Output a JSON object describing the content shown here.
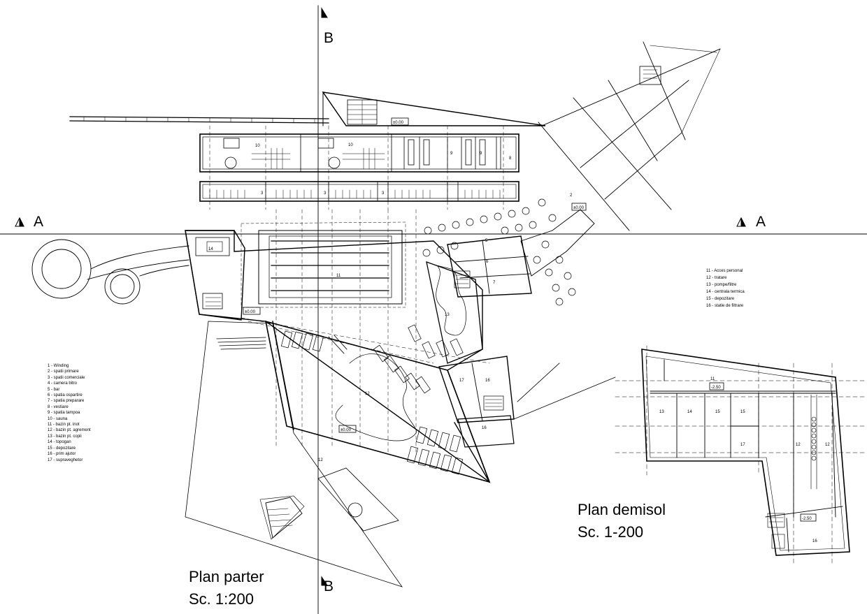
{
  "section_labels": {
    "b_top": "B",
    "b_bottom": "B",
    "a_left": "A",
    "a_right": "A"
  },
  "plan_parter": {
    "title": "Plan parter",
    "scale": "Sc. 1:200",
    "legend": [
      "1 - Winding",
      "2 - spatii primare",
      "3 - spatii comerciale",
      "4 - camera bitro",
      "5 - bar",
      "6 - spatia ospartire",
      "7 - spatia preparare",
      "8 - vestiare",
      "9 - spatia tampoa",
      "10 - sauna",
      "11 - bazin pt. inot",
      "12 - bazin pt. agrement",
      "13 - bazin pt. copii",
      "14 - topogan",
      "15 - depozitare",
      "16 - prim ajutor",
      "17 - supraveghetor"
    ],
    "room_numbers": [
      "10",
      "10",
      "9",
      "9",
      "8",
      "3",
      "3",
      "3",
      "2",
      "5",
      "6",
      "7",
      "11",
      "13",
      "12",
      "12",
      "14",
      "17",
      "16",
      "16"
    ],
    "levels": [
      "±0.00",
      "±0.00",
      "±0.00",
      "±0.00"
    ]
  },
  "plan_demisol": {
    "title": "Plan demisol",
    "scale": "Sc. 1-200",
    "legend": [
      "11 - Acces personal",
      "12 - tratare",
      "13 - pompe/filtre",
      "14 - centrala termica",
      "15 - depozitare",
      "16 - statie de filtrare"
    ],
    "room_numbers": [
      "11",
      "13",
      "14",
      "15",
      "15",
      "17",
      "12",
      "12",
      "16"
    ],
    "levels": [
      "-2.50",
      "-2.50"
    ]
  }
}
